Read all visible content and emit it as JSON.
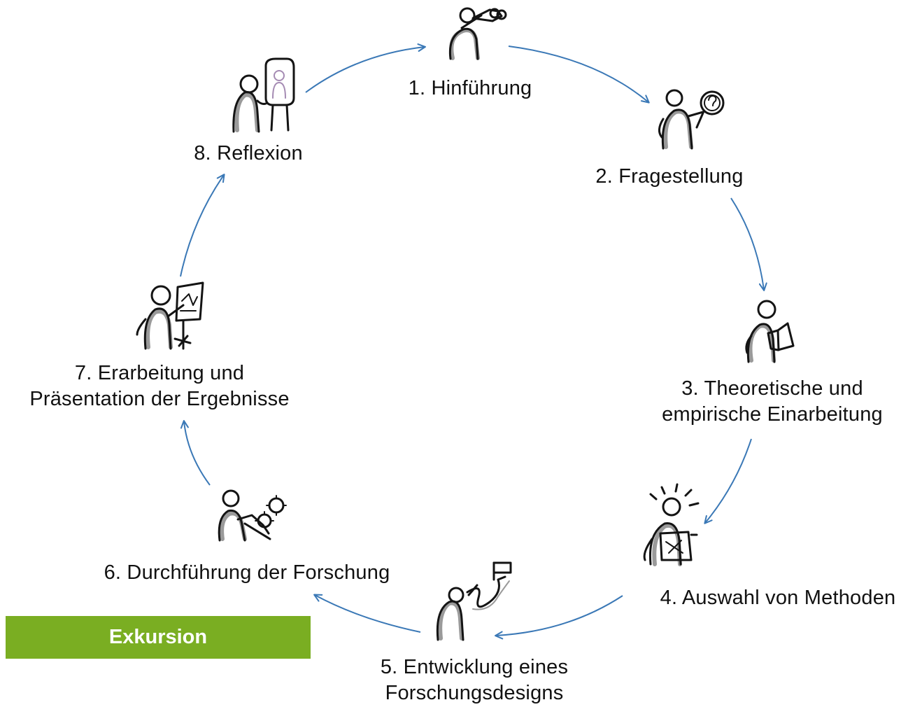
{
  "steps": [
    {
      "lines": [
        "1. Hinführung"
      ],
      "icon": "binoculars-figure-icon"
    },
    {
      "lines": [
        "2. Fragestellung"
      ],
      "icon": "magnifier-question-figure-icon"
    },
    {
      "lines": [
        "3. Theoretische und",
        "empirische Einarbeitung"
      ],
      "icon": "reading-figure-icon"
    },
    {
      "lines": [
        "4. Auswahl von Methoden"
      ],
      "icon": "idea-toolbook-figure-icon"
    },
    {
      "lines": [
        "5. Entwicklung eines",
        "Forschungsdesigns"
      ],
      "icon": "path-flag-figure-icon"
    },
    {
      "lines": [
        "6. Durchführung der Forschung"
      ],
      "icon": "gears-working-figure-icon"
    },
    {
      "lines": [
        "7. Erarbeitung und",
        "Präsentation der Ergebnisse"
      ],
      "icon": "flipchart-presenting-figure-icon"
    },
    {
      "lines": [
        "8. Reflexion"
      ],
      "icon": "mirror-reflection-figure-icon"
    }
  ],
  "badge": {
    "label": "Exkursion"
  },
  "colors": {
    "arrow": "#3a78b6",
    "badge": "#7aae22",
    "badge_text": "#ffffff",
    "text": "#111111"
  }
}
